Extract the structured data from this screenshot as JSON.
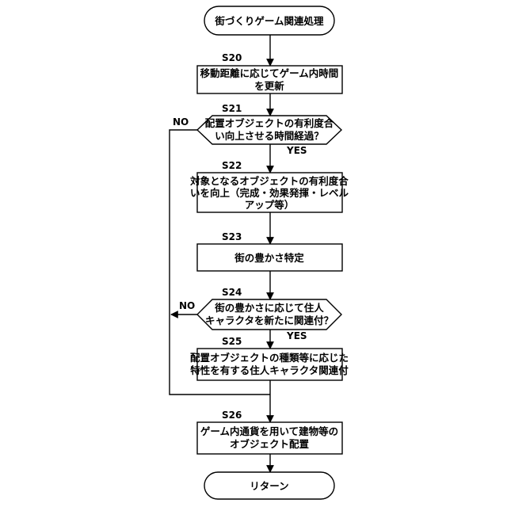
{
  "flowchart": {
    "start": "街づくりゲーム関連処理",
    "s20": {
      "step": "S20",
      "lines": [
        "移動距離に応じてゲーム内時間",
        "を更新"
      ]
    },
    "s21": {
      "step": "S21",
      "lines": [
        "配置オブジェクトの有利度合",
        "い向上させる時間経過？"
      ],
      "yes": "YES",
      "no": "NO"
    },
    "s22": {
      "step": "S22",
      "lines": [
        "対象となるオブジェクトの有利度合",
        "いを向上（完成・効果発揮・レベル",
        "アップ等）"
      ]
    },
    "s23": {
      "step": "S23",
      "lines": [
        "街の豊かさ特定"
      ]
    },
    "s24": {
      "step": "S24",
      "lines": [
        "街の豊かさに応じて住人",
        "キャラクタを新たに関連付？"
      ],
      "yes": "YES",
      "no": "NO"
    },
    "s25": {
      "step": "S25",
      "lines": [
        "配置オブジェクトの種類等に応じた",
        "特性を有する住人キャラクタ関連付"
      ]
    },
    "s26": {
      "step": "S26",
      "lines": [
        "ゲーム内通貨を用いて建物等の",
        "オブジェクト配置"
      ]
    },
    "end": "リターン"
  }
}
